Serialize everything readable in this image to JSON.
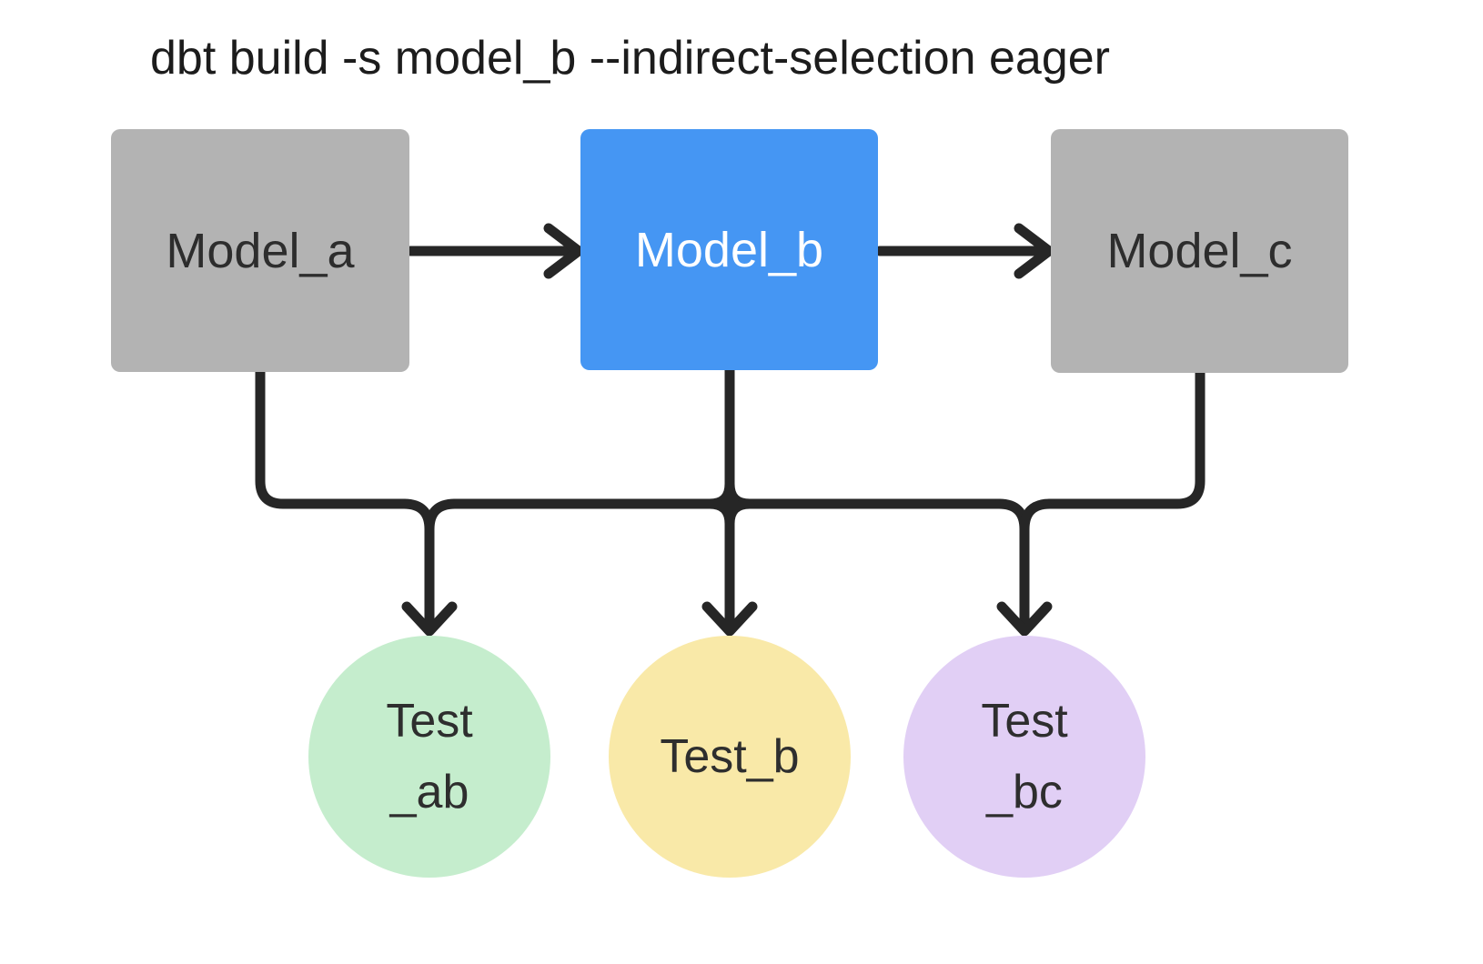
{
  "title": "dbt build -s model_b --indirect-selection eager",
  "diagram": {
    "models": [
      {
        "id": "model_a",
        "label": "Model_a",
        "fill": "#b3b3b3",
        "text_color": "#2d2d2d",
        "selected": false
      },
      {
        "id": "model_b",
        "label": "Model_b",
        "fill": "#4596f3",
        "text_color": "#ffffff",
        "selected": true
      },
      {
        "id": "model_c",
        "label": "Model_c",
        "fill": "#b3b3b3",
        "text_color": "#2d2d2d",
        "selected": false
      }
    ],
    "tests": [
      {
        "id": "test_ab",
        "lines": [
          "Test",
          "_ab"
        ],
        "fill": "#c5edcd"
      },
      {
        "id": "test_b",
        "lines": [
          "Test_b"
        ],
        "fill": "#f9e9a8"
      },
      {
        "id": "test_bc",
        "lines": [
          "Test",
          "_bc"
        ],
        "fill": "#e1cff5"
      }
    ],
    "edges": [
      {
        "from": "model_a",
        "to": "model_b",
        "type": "arrow"
      },
      {
        "from": "model_b",
        "to": "model_c",
        "type": "arrow"
      },
      {
        "from": "model_a",
        "to": "shared-bus",
        "type": "merge"
      },
      {
        "from": "model_b",
        "to": "shared-bus",
        "type": "merge"
      },
      {
        "from": "model_c",
        "to": "shared-bus",
        "type": "merge"
      },
      {
        "from": "shared-bus",
        "to": "test_ab",
        "type": "arrow"
      },
      {
        "from": "shared-bus",
        "to": "test_b",
        "type": "arrow"
      },
      {
        "from": "shared-bus",
        "to": "test_bc",
        "type": "arrow"
      }
    ]
  },
  "colors": {
    "connector": "#262626",
    "background": "#ffffff"
  }
}
